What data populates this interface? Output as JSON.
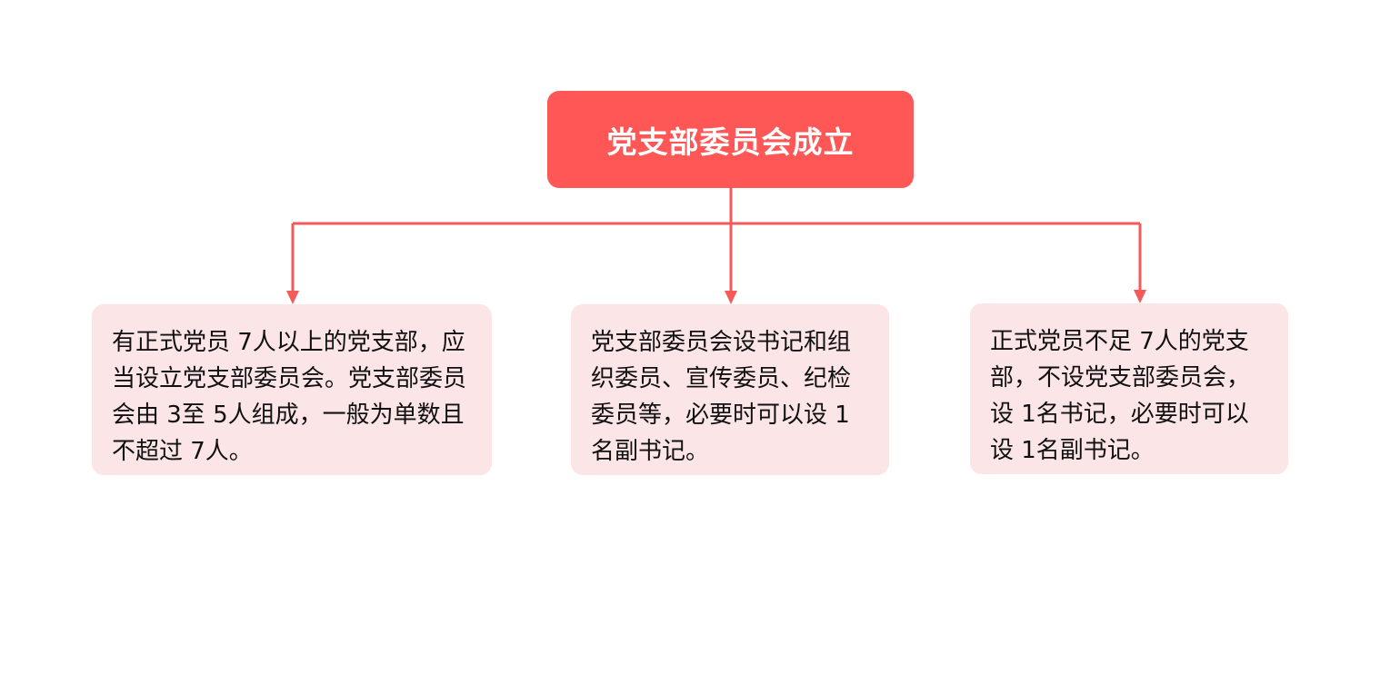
{
  "root": {
    "title": "党支部委员会成立"
  },
  "children": [
    {
      "text": "有正式党员 7人以上的党支部，应当设立党支部委员会。党支部委员会由 3至 5人组成，一般为单数且不超过 7人。"
    },
    {
      "text": "党支部委员会设书记和组织委员、宣传委员、纪检委员等，必要时可以设 1 名副书记。"
    },
    {
      "text": "正式党员不足 7人的党支部，不设党支部委员会，设 1名书记，必要时可以设 1名副书记。"
    }
  ],
  "colors": {
    "root_fill": "#ff5656",
    "child_fill": "#fbe5e6",
    "connector": "#f55a5a"
  }
}
